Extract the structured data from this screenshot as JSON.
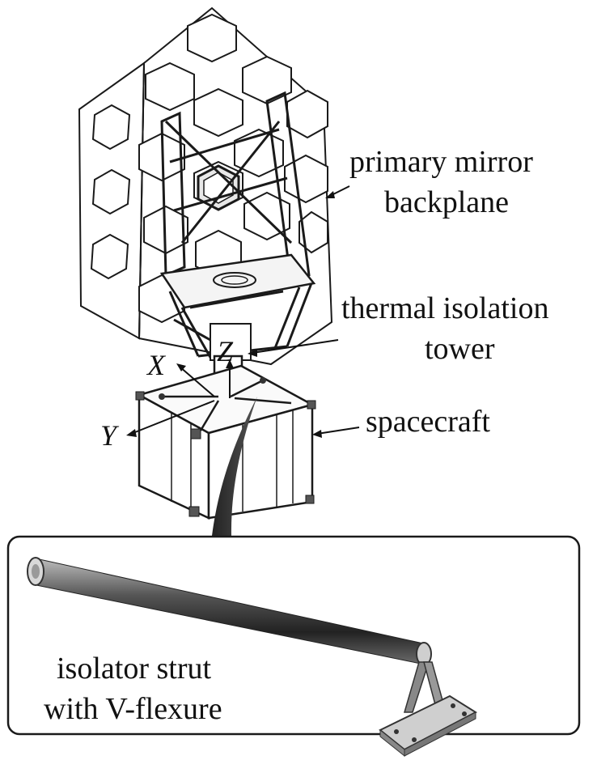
{
  "labels": {
    "backplane_line1": "primary mirror",
    "backplane_line2": "backplane",
    "tower_line1": "thermal isolation",
    "tower_line2": "tower",
    "spacecraft": "spacecraft",
    "strut_line1": "isolator strut",
    "strut_line2": "with V-flexure"
  },
  "axes": {
    "x": "X",
    "y": "Y",
    "z": "Z"
  }
}
